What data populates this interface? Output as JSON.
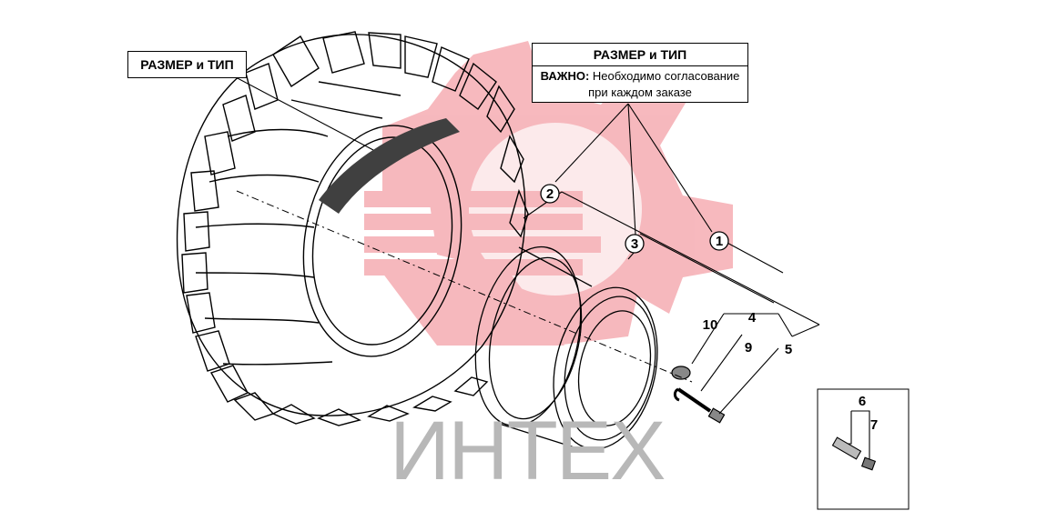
{
  "labels": {
    "left_box": "РАЗМЕР и ТИП",
    "right_box_title": "РАЗМЕР и ТИП",
    "right_box_important": "ВАЖНО:",
    "right_box_line1": "Необходимо согласование",
    "right_box_line2": "при каждом заказе"
  },
  "callouts": {
    "c1": "1",
    "c2": "2",
    "c3": "3",
    "c4": "4",
    "c5": "5",
    "c6": "6",
    "c7": "7",
    "c9": "9",
    "c10": "10"
  },
  "watermark": {
    "text": "ИНТЕХ",
    "color": "#b8b8b8",
    "logo_color": "#f2a3a8"
  },
  "colors": {
    "line": "#000000",
    "band": "#404040"
  }
}
